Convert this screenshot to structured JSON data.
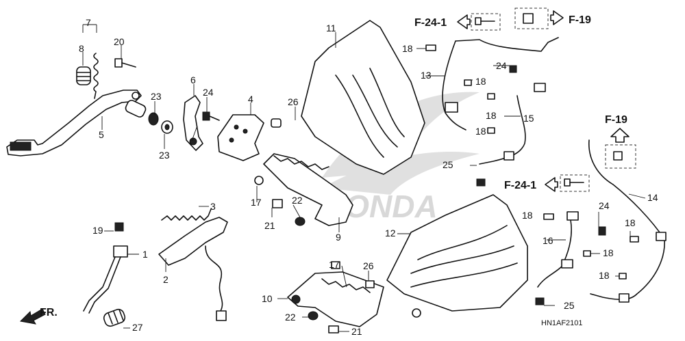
{
  "diagram_code": "HN1AF2101",
  "front_arrow_label": "FR.",
  "watermark": "HONDA",
  "callouts": {
    "c1": "1",
    "c2": "2",
    "c3": "3",
    "c4": "4",
    "c5": "5",
    "c6": "6",
    "c7": "7",
    "c8": "8",
    "c9": "9",
    "c10": "10",
    "c11": "11",
    "c12": "12",
    "c13": "13",
    "c14": "14",
    "c15": "15",
    "c16": "16",
    "c17a": "17",
    "c17b": "17",
    "c18a": "18",
    "c18b": "18",
    "c18c": "18",
    "c18d": "18",
    "c18e": "18",
    "c18f": "18",
    "c18g": "18",
    "c18h": "18",
    "c19": "19",
    "c20": "20",
    "c21a": "21",
    "c21b": "21",
    "c22a": "22",
    "c22b": "22",
    "c23a": "23",
    "c23b": "23",
    "c24a": "24",
    "c24b": "24",
    "c24c": "24",
    "c25a": "25",
    "c25b": "25",
    "c26a": "26",
    "c26b": "26",
    "c27": "27"
  },
  "refs": {
    "r_f241_top": "F-24-1",
    "r_f19_top": "F-19",
    "r_f19_right": "F-19",
    "r_f241_mid": "F-24-1"
  }
}
